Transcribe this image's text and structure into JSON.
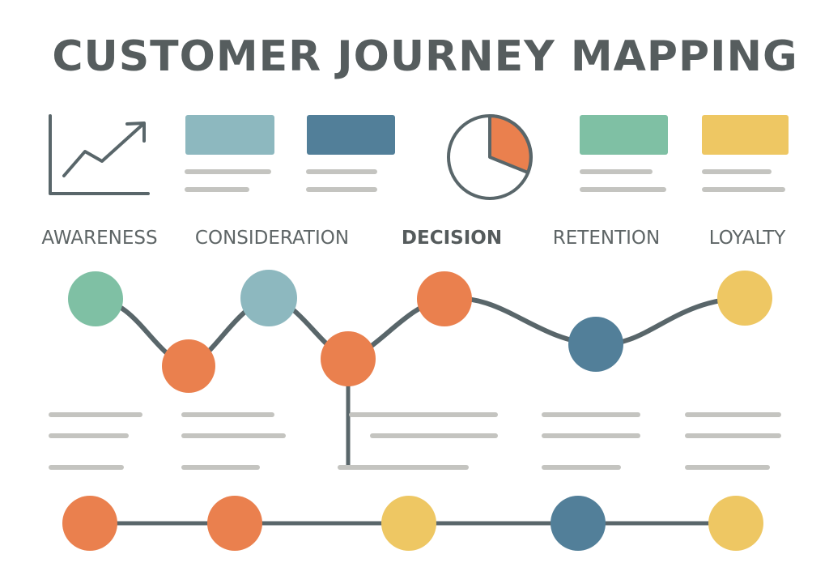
{
  "title": "CUSTOMER JOURNEY MAPPING",
  "colors": {
    "title": "#565d5e",
    "line": "#59666a",
    "placeholder": "#c4c4c0",
    "green": "#7fc0a4",
    "teal": "#8db8bf",
    "blue": "#527f99",
    "orange": "#ea804e",
    "yellow": "#eec763"
  },
  "icons": [
    "line-chart-icon",
    "teal-card-icon",
    "blue-card-icon",
    "pie-chart-icon",
    "green-card-icon",
    "yellow-card-icon"
  ],
  "stages": [
    {
      "label": "AWARENESS",
      "color": "green"
    },
    {
      "label": "CONSIDERATION",
      "color": "teal"
    },
    {
      "label": "DECISION",
      "color": "orange"
    },
    {
      "label": "RETENTION",
      "color": "blue"
    },
    {
      "label": "LOYALTY",
      "color": "yellow"
    }
  ],
  "journey_nodes": [
    "green",
    "orange",
    "teal",
    "orange",
    "orange",
    "blue",
    "yellow"
  ],
  "timeline_nodes": [
    "orange",
    "orange",
    "yellow",
    "blue",
    "yellow"
  ]
}
